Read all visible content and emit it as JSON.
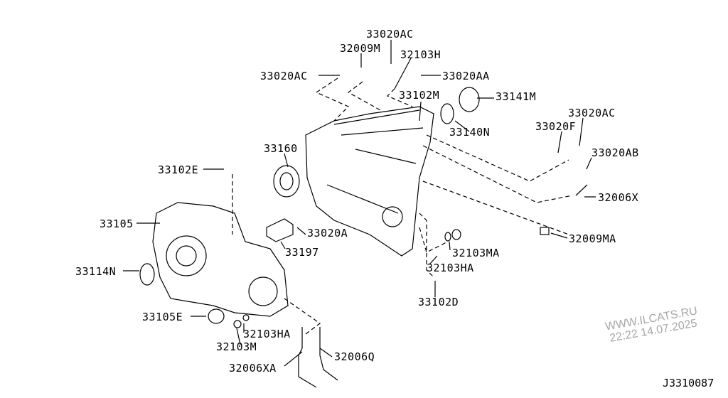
{
  "labels": {
    "l1": "33020AC",
    "l2": "32009M",
    "l3": "32103H",
    "l4": "33020AC",
    "l5": "33020AA",
    "l6": "33102M",
    "l7": "33141M",
    "l8": "33140N",
    "l9": "33020AC",
    "l10": "33020F",
    "l11": "33020AB",
    "l12": "33160",
    "l13": "33102E",
    "l14": "32006X",
    "l15": "33105",
    "l16": "33020A",
    "l17": "33197",
    "l18": "32009MA",
    "l19": "32103MA",
    "l20": "33114N",
    "l21": "32103HA",
    "l22": "33102D",
    "l23": "33105E",
    "l24": "32103HA",
    "l25": "32103M",
    "l26": "32006XA",
    "l27": "32006Q"
  },
  "watermark": {
    "site": "WWW.ILCATS.RU",
    "timestamp": "22:22 14.07.2025"
  },
  "diagram_code": "J3310087"
}
